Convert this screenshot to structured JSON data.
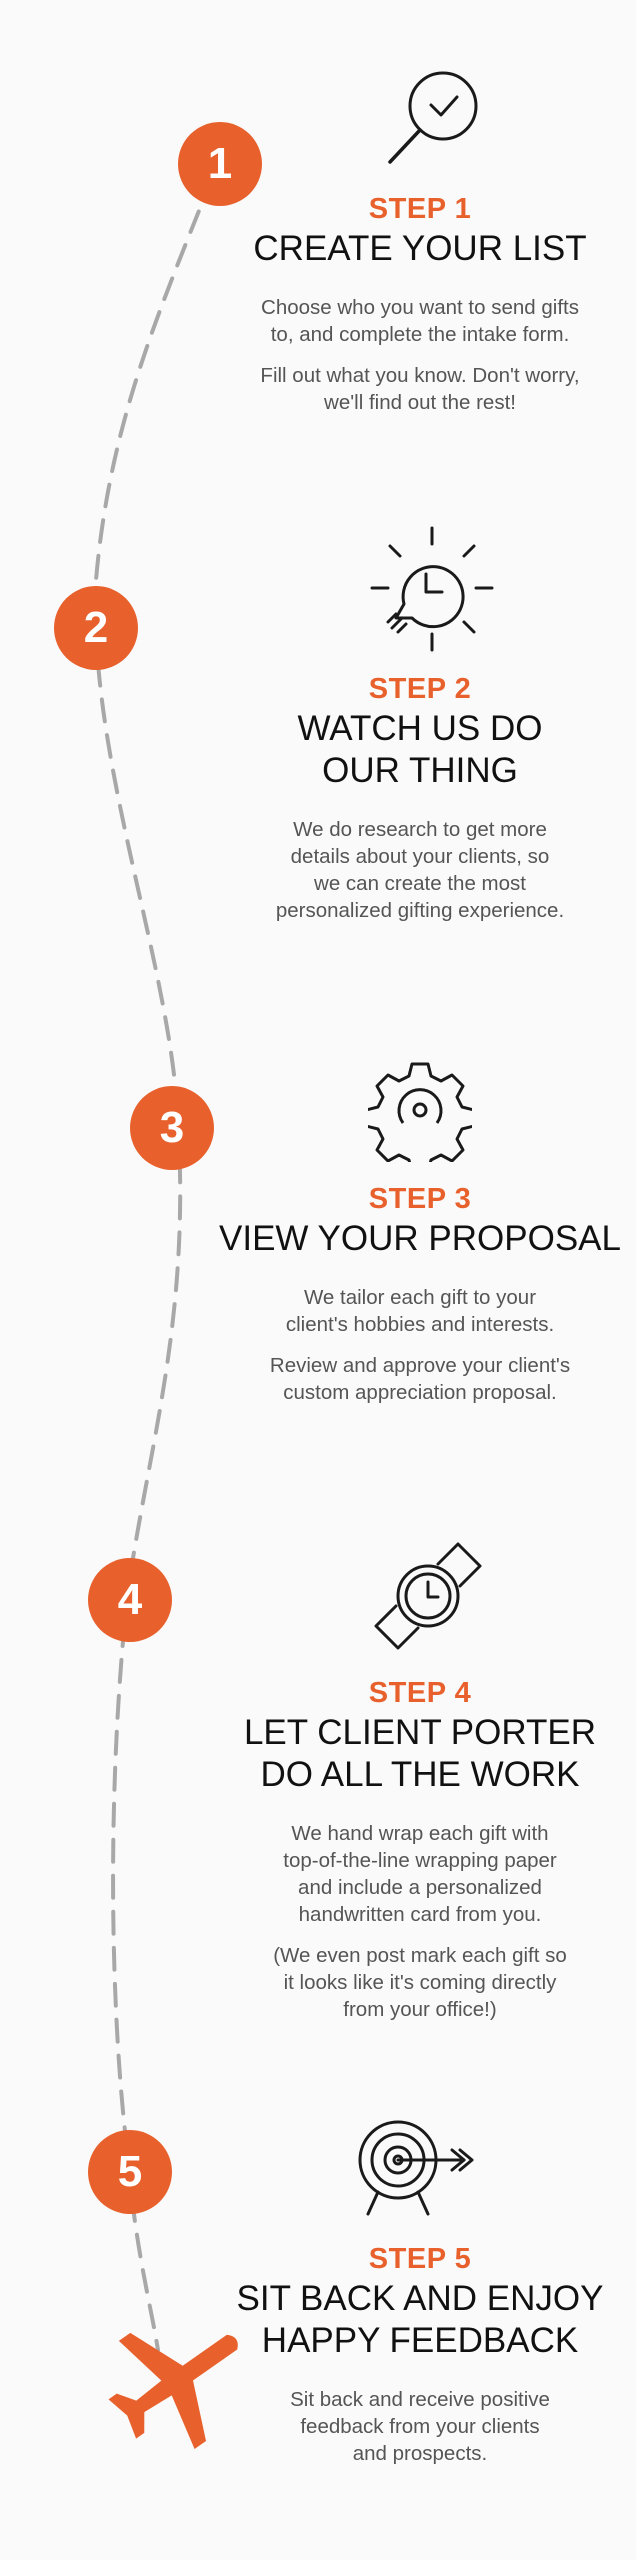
{
  "colors": {
    "accent": "#e8612c",
    "title": "#111111",
    "body": "#555555",
    "path": "#a8a8a8"
  },
  "steps": [
    {
      "number": "1",
      "label": "STEP 1",
      "title": "CREATE YOUR LIST",
      "icon": "search-icon",
      "paragraphs": [
        "Choose who you want to send gifts\nto, and complete the intake form.",
        "Fill out what you know. Don't worry,\nwe'll find out the rest!"
      ]
    },
    {
      "number": "2",
      "label": "STEP 2",
      "title": "WATCH US DO\nOUR THING",
      "icon": "lightbulb-idea-icon",
      "paragraphs": [
        "We do research to get more\ndetails about your clients, so\nwe can create the most\npersonalized gifting experience."
      ]
    },
    {
      "number": "3",
      "label": "STEP 3",
      "title": "VIEW YOUR PROPOSAL",
      "icon": "gear-icon",
      "paragraphs": [
        "We tailor each gift to your\nclient's hobbies and interests.",
        "Review and approve your client's\ncustom appreciation proposal."
      ]
    },
    {
      "number": "4",
      "label": "STEP 4",
      "title": "LET CLIENT PORTER\nDO ALL THE WORK",
      "icon": "watch-icon",
      "paragraphs": [
        "We hand wrap each gift with\ntop-of-the-line wrapping paper\nand include a personalized\nhandwritten card from you.",
        "(We even post mark each gift so\nit looks like it's coming directly\nfrom your office!)"
      ]
    },
    {
      "number": "5",
      "label": "STEP 5",
      "title": "SIT BACK AND ENJOY\nHAPPY FEEDBACK",
      "icon": "target-icon",
      "paragraphs": [
        "Sit back and receive positive\nfeedback from your clients\nand prospects."
      ]
    }
  ],
  "decor": {
    "end_icon": "airplane-icon"
  }
}
